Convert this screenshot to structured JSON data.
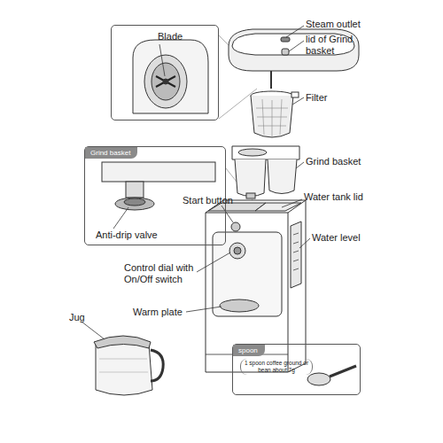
{
  "diagram": {
    "nodes": [
      {
        "text": [
          "Blade"
        ]
      },
      {
        "text": [
          "Grind basket",
          "Anti-drip valve"
        ]
      },
      {
        "text": [
          "spoon",
          "1 spoon coffee ground or bean about 7g"
        ]
      }
    ],
    "labels": [
      "Steam outlet",
      "lid of Grind basket",
      "Filter",
      "Grind basket",
      "Start button",
      "Water tank lid",
      "Water level",
      "Control dial with On/Off switch",
      "Warm plate",
      "Jug"
    ]
  }
}
